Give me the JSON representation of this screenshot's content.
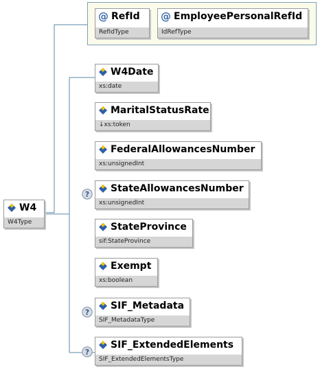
{
  "attributes": [
    {
      "name": "RefId",
      "type": "RefIdType"
    },
    {
      "name": "EmployeePersonalRefId",
      "type": "IdRefType"
    }
  ],
  "root": {
    "name": "W4",
    "type": "W4Type"
  },
  "children": [
    {
      "name": "W4Date",
      "type": "xs:date",
      "optional": false
    },
    {
      "name": "MaritalStatusRate",
      "type": "↓xs:token",
      "optional": false
    },
    {
      "name": "FederalAllowancesNumber",
      "type": "xs:unsignedInt",
      "optional": false
    },
    {
      "name": "StateAllowancesNumber",
      "type": "xs:unsignedInt",
      "optional": true
    },
    {
      "name": "StateProvince",
      "type": "sif:StateProvince",
      "optional": false
    },
    {
      "name": "Exempt",
      "type": "xs:boolean",
      "optional": false
    },
    {
      "name": "SIF_Metadata",
      "type": "SIF_MetadataType",
      "optional": true
    },
    {
      "name": "SIF_ExtendedElements",
      "type": "SIF_ExtendedElementsType",
      "optional": true
    }
  ],
  "icons": {
    "attribute": "at-sign-icon",
    "element": "element-diamond-icon",
    "optional": "question-mark-icon"
  },
  "colors": {
    "connector": "#5a87a6",
    "type_bar": "#d6d6d6",
    "attribute_panel": "#fbfbeb",
    "icon_blue": "#2e5fa8",
    "icon_yellow": "#f2c200"
  }
}
